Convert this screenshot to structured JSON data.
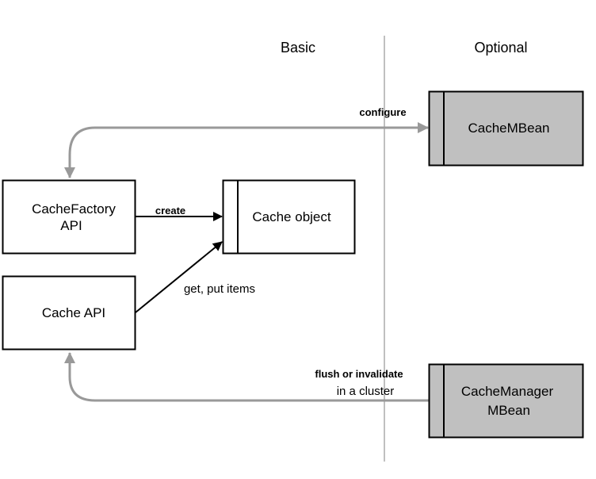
{
  "columns": {
    "basic": "Basic",
    "optional": "Optional"
  },
  "nodes": {
    "cache_factory": {
      "line1": "CacheFactory",
      "line2": "API"
    },
    "cache_api": {
      "label": "Cache API"
    },
    "cache_object": {
      "label": "Cache object"
    },
    "cache_mbean": {
      "label": "CacheMBean"
    },
    "cache_manager_mbean": {
      "line1": "CacheManager",
      "line2": "MBean"
    }
  },
  "edges": {
    "configure": "configure",
    "create": "create",
    "get_put": "get, put items",
    "flush_line1": "flush or invalidate",
    "flush_line2": "in a cluster"
  },
  "colors": {
    "mbean_fill": "#c0c0c0",
    "divider": "#c0c0c0",
    "gray_arrow": "#999999",
    "black": "#000000"
  }
}
